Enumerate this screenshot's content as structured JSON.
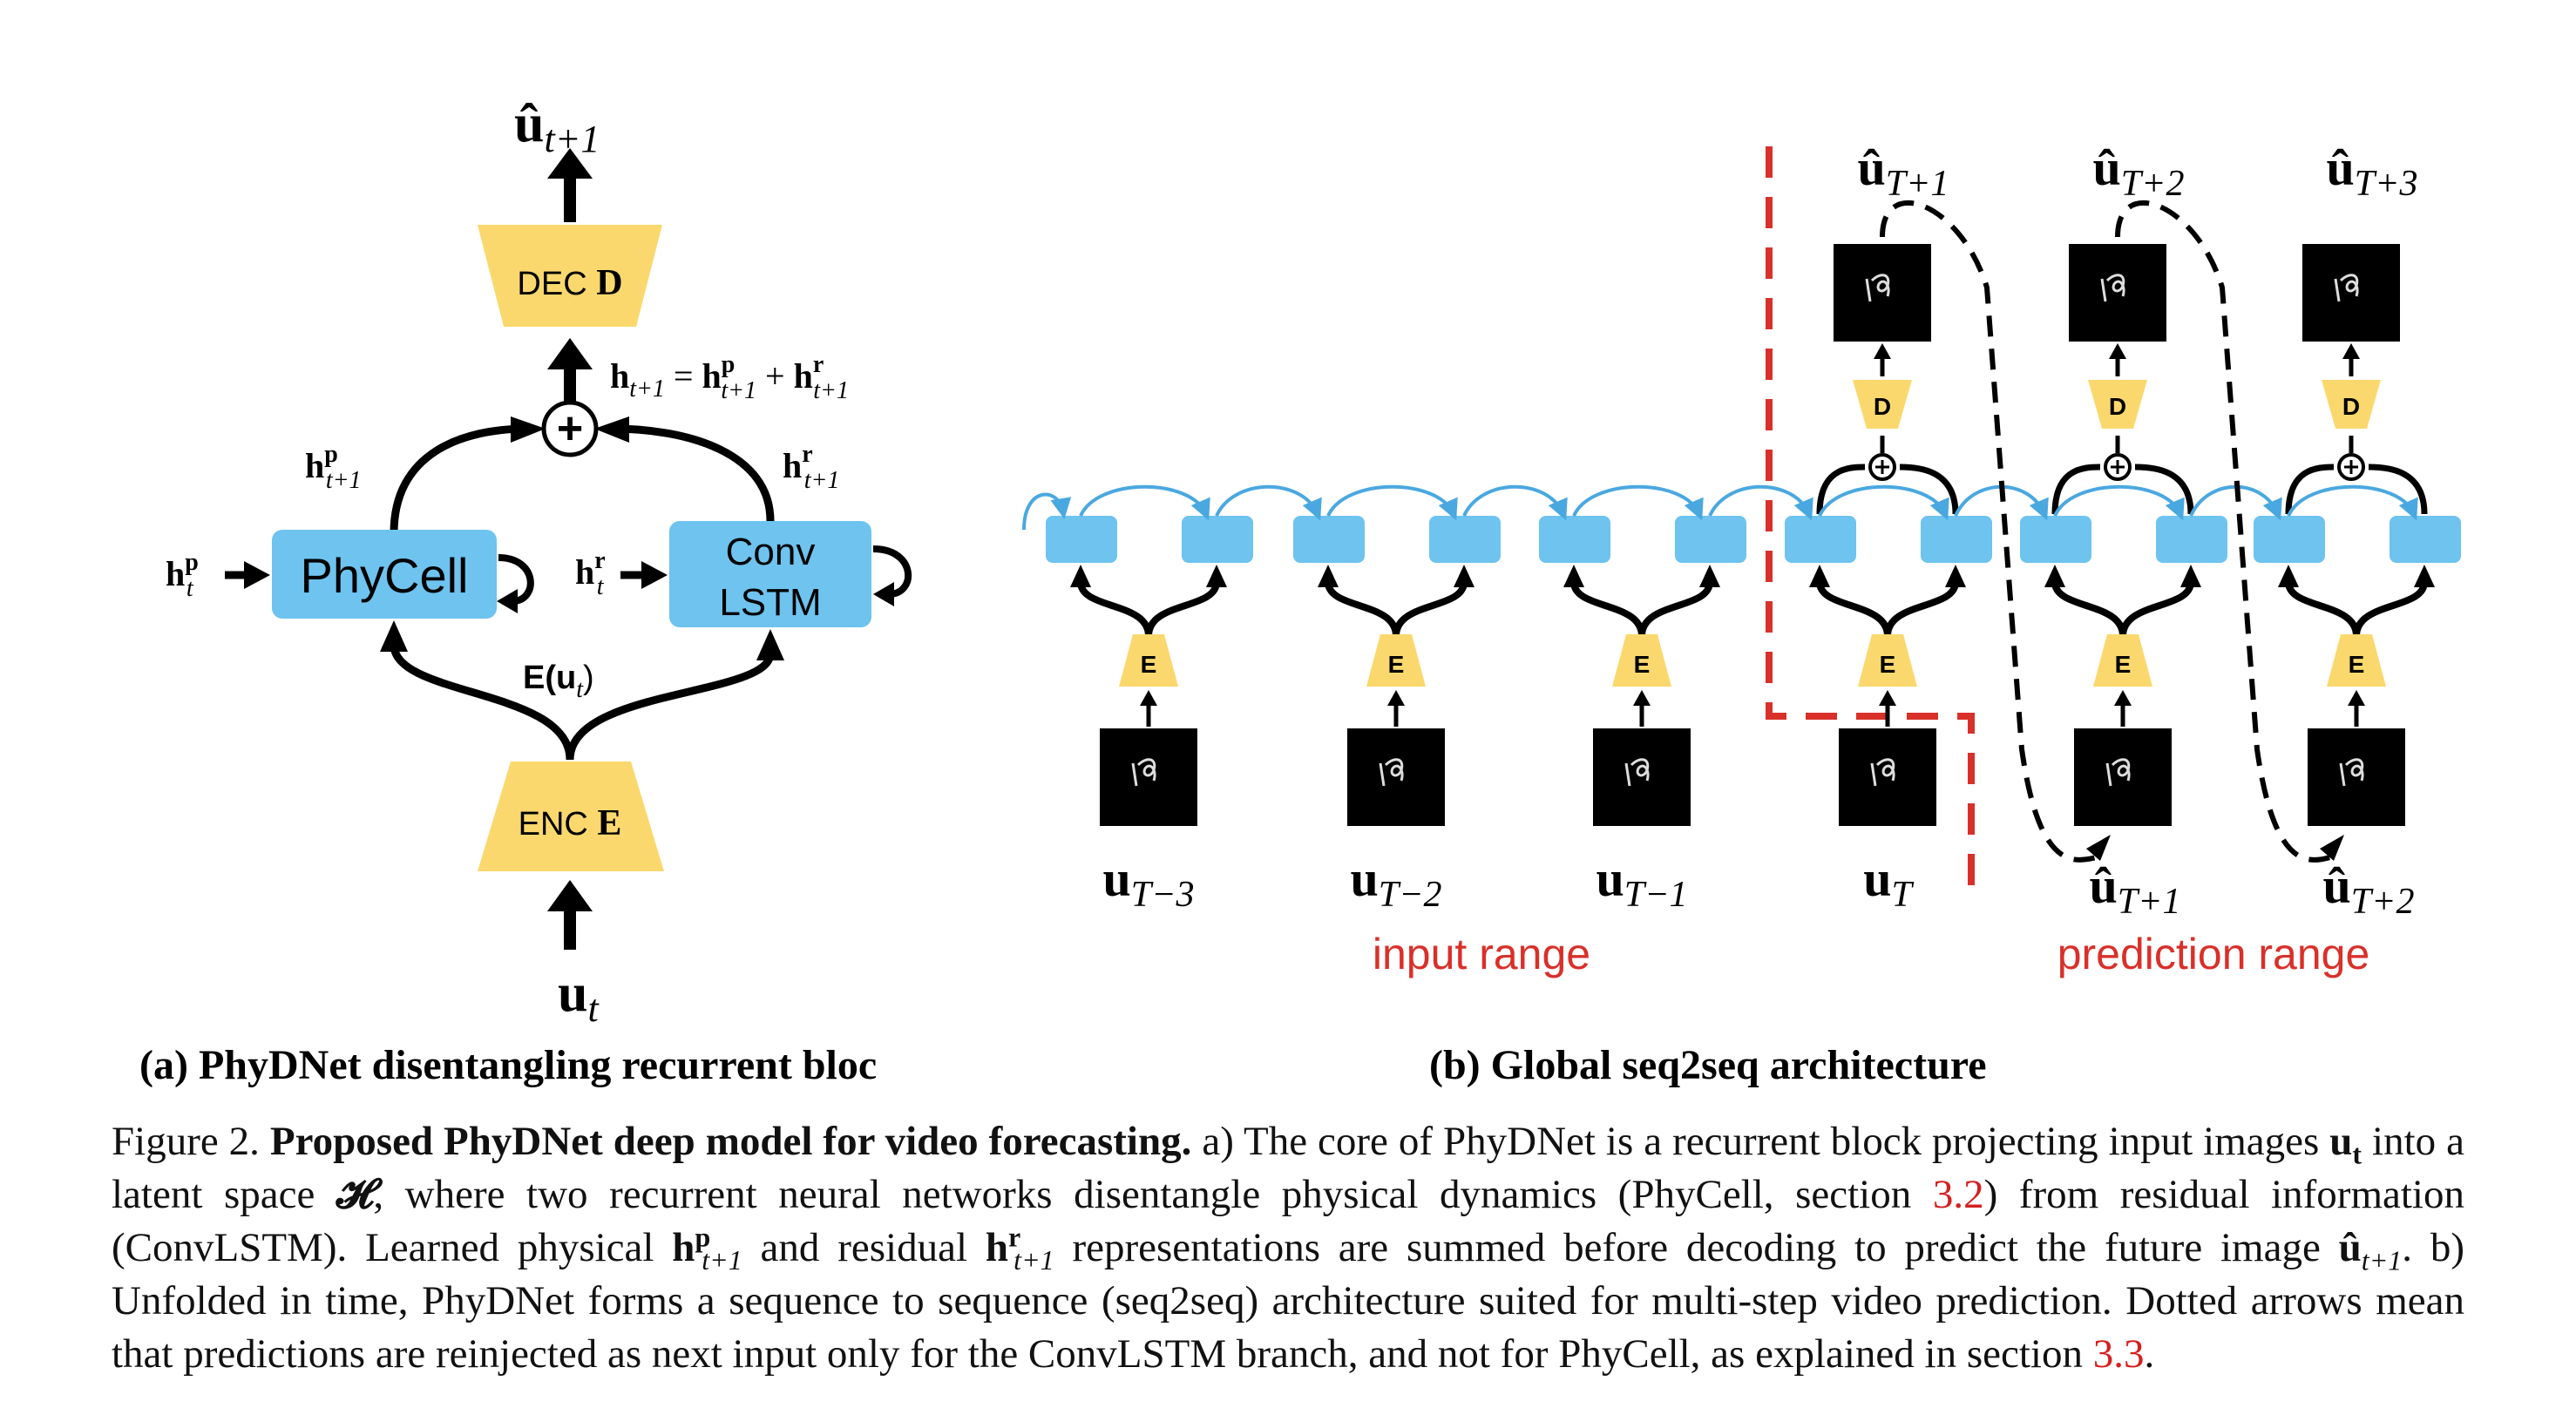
{
  "panel_a": {
    "output_label": "û",
    "output_sub": "t+1",
    "decoder_label": "DEC ",
    "decoder_letter": "D",
    "sum_label_h": "h",
    "sum_label_eq_sub": "t+1",
    "sum_label_rest": " = ",
    "sum_hp_sup": "p",
    "sum_hp_sub": "t+1",
    "sum_plus": " + ",
    "sum_hr_sup": "r",
    "sum_hr_sub": "t+1",
    "plus_symbol": "+",
    "hp_out_sup": "p",
    "hp_out_sub": "t+1",
    "hr_out_sup": "r",
    "hr_out_sub": "t+1",
    "hp_in_sup": "p",
    "hp_in_sub": "t",
    "hr_in_sup": "r",
    "hr_in_sub": "t",
    "h_letter": "h",
    "phycell_label": "PhyCell",
    "convlstm_line1": "Conv",
    "convlstm_line2": "LSTM",
    "encoder_output": "E(u",
    "encoder_output_sub": "t",
    "encoder_output_close": ")",
    "encoder_label": "ENC ",
    "encoder_letter": "E",
    "input_label": "u",
    "input_sub": "t",
    "title": "(a) PhyDNet disentangling recurrent bloc"
  },
  "panel_b": {
    "encoder_letter": "E",
    "decoder_letter": "D",
    "inputs": [
      {
        "base": "u",
        "sub": "T−3"
      },
      {
        "base": "u",
        "sub": "T−2"
      },
      {
        "base": "u",
        "sub": "T−1"
      },
      {
        "base": "u",
        "sub": "T"
      }
    ],
    "pred_inputs": [
      {
        "base": "û",
        "sub": "T+1"
      },
      {
        "base": "û",
        "sub": "T+2"
      }
    ],
    "outputs": [
      {
        "base": "û",
        "sub": "T+1"
      },
      {
        "base": "û",
        "sub": "T+2"
      },
      {
        "base": "û",
        "sub": "T+3"
      }
    ],
    "input_range_label": "input range",
    "prediction_range_label": "prediction range",
    "title": "(b) Global seq2seq architecture"
  },
  "caption": {
    "fig_label": "Figure 2. ",
    "bold_title": "Proposed PhyDNet deep model for video forecasting.",
    "seg1": " a) The core of PhyDNet is a recurrent block projecting input images ",
    "u_t": "u",
    "u_t_sub": "t",
    "seg2": " into a latent space ",
    "latent": "𝓗",
    "seg3": ", where two recurrent neural networks disentangle physical dynamics (PhyCell, section ",
    "ref1": "3.2",
    "seg4": ") from residual information (ConvLSTM). Learned physical ",
    "hp": "h",
    "hp_sup": "p",
    "hp_sub": "t+1",
    "seg5": " and residual ",
    "hr": "h",
    "hr_sup": "r",
    "hr_sub": "t+1",
    "seg6": " representations are summed before decoding to predict the future image ",
    "uhat": "û",
    "uhat_sub": "t+1",
    "seg7": ". b) Unfolded in time, PhyDNet forms a sequence to sequence (seq2seq) architecture suited for multi-step video prediction. Dotted arrows mean that predictions are reinjected as next input only for the ConvLSTM branch, and not for PhyCell, as explained in section ",
    "ref2": "3.3",
    "seg8": "."
  },
  "colors": {
    "cell_blue": "#6ec3ef",
    "codec_yellow": "#fbd86e",
    "arrow_blue": "#4aa8e0",
    "range_red": "#d9302a",
    "frame_black": "#000000"
  }
}
